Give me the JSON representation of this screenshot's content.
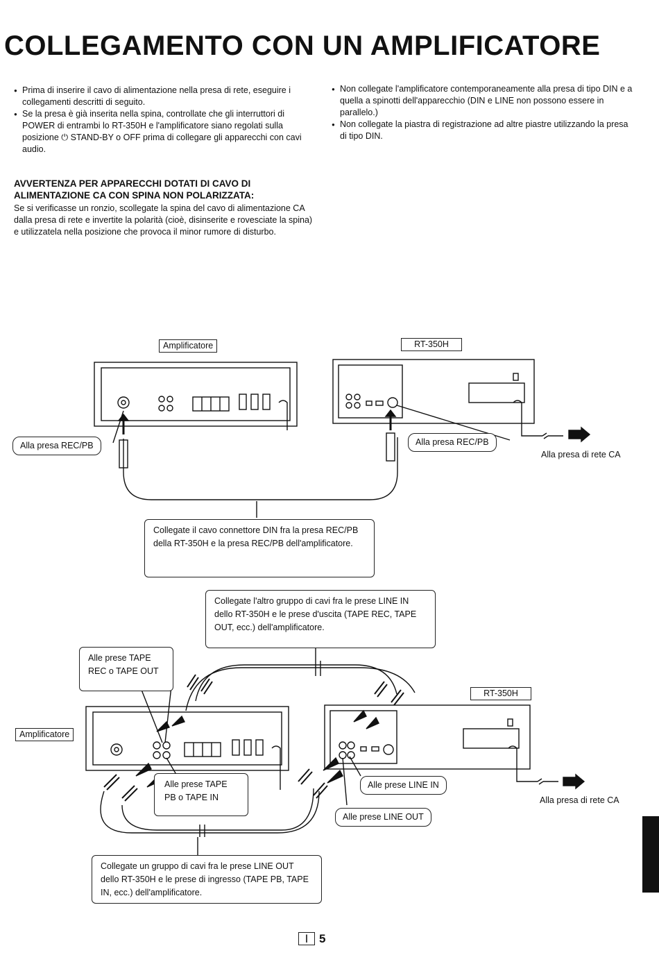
{
  "page": {
    "title": "COLLEGAMENTO CON UN AMPLIFICATORE",
    "left_bullets": [
      "Prima di inserire il cavo di alimentazione nella presa di rete, eseguire i collegamenti descritti di seguito.",
      "Se la presa è già inserita nella spina, controllate che gli interruttori di POWER di entrambi lo RT-350H e l'amplificatore siano regolati sulla posizione ⏻ STAND-BY o OFF prima di collegare gli apparecchi con cavi audio."
    ],
    "right_bullets": [
      "Non collegate l'amplificatore contemporaneamente alla presa di tipo DIN e a quella a spinotti dell'apparecchio (DIN e LINE non possono essere in parallelo.)",
      "Non collegate la piastra di registrazione ad altre piastre utilizzando la presa di tipo DIN."
    ],
    "warning_heading": "AVVERTENZA PER APPARECCHI DOTATI DI CAVO DI ALIMENTAZIONE CA CON SPINA NON POLARIZZATA:",
    "warning_body": "Se si verificasse un ronzio, scollegate la spina del cavo di alimentazione CA dalla presa di rete e invertite la polarità (cioè, disinserite e rovesciate la spina) e utilizzatela nella posizione che provoca il minor rumore di disturbo."
  },
  "diagram1": {
    "amp_label": "Amplificatore",
    "deck_label": "RT-350H",
    "amp_socket": "Alla presa REC/PB",
    "deck_socket": "Alla presa REC/PB",
    "mains": "Alla presa di rete CA",
    "note": "Collegate il cavo connettore DIN fra la presa REC/PB della RT-350H e la presa REC/PB dell'amplificatore."
  },
  "diagram2": {
    "top_note": "Collegate l'altro gruppo di cavi fra le prese LINE IN dello RT-350H e le prese d'uscita (TAPE REC, TAPE OUT, ecc.) dell'amplificatore.",
    "tape_rec": "Alle prese TAPE REC o TAPE OUT",
    "amp_label": "Amplificatore",
    "deck_label": "RT-350H",
    "tape_pb": "Alle prese TAPE PB o TAPE IN",
    "line_in": "Alle prese LINE IN",
    "line_out": "Alle prese LINE OUT",
    "mains": "Alla presa di rete CA",
    "bottom_note": "Collegate un gruppo di cavi fra le prese LINE OUT dello RT-350H e le prese di ingresso (TAPE PB, TAPE IN, ecc.) dell'amplificatore."
  },
  "footer": {
    "section": "I",
    "page_number": "5"
  }
}
